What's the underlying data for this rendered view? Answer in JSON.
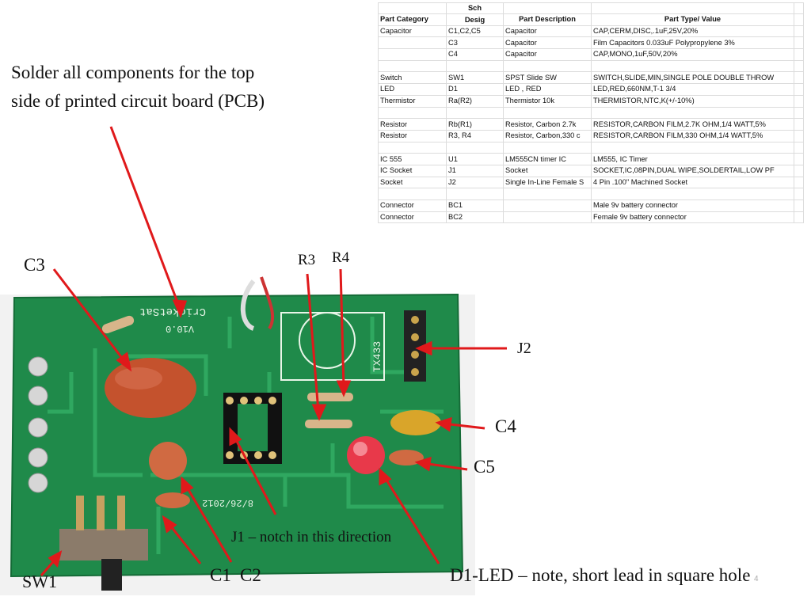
{
  "intro": {
    "line1": "Solder all components for the top",
    "line2": "side of printed circuit board (PCB)"
  },
  "table": {
    "header_top": [
      "",
      "Sch",
      "",
      ""
    ],
    "header": [
      "Part Category",
      "Desig",
      "Part Description",
      "Part Type/ Value"
    ],
    "rows": [
      [
        "Capacitor",
        "C1,C2,C5",
        "Capacitor",
        "CAP,CERM,DISC,.1uF,25V,20%"
      ],
      [
        "",
        "C3",
        "Capacitor",
        "Film Capacitors 0.033uF Polypropylene 3%"
      ],
      [
        "",
        "C4",
        "Capacitor",
        "CAP,MONO,1uF,50V,20%"
      ],
      [
        "",
        "",
        "",
        ""
      ],
      [
        "Switch",
        "SW1",
        "SPST Slide SW",
        "SWITCH,SLIDE,MIN,SINGLE POLE DOUBLE THROW"
      ],
      [
        "LED",
        "D1",
        "LED , RED",
        "LED,RED,660NM,T-1 3/4"
      ],
      [
        "Thermistor",
        "Ra(R2)",
        "Thermistor 10k",
        "THERMISTOR,NTC,K(+/-10%)"
      ],
      [
        "",
        "",
        "",
        ""
      ],
      [
        "Resistor",
        "Rb(R1)",
        "Resistor, Carbon 2.7k",
        "RESISTOR,CARBON FILM,2.7K OHM,1/4 WATT,5%"
      ],
      [
        "Resistor",
        "R3, R4",
        "Resistor, Carbon,330 c",
        "RESISTOR,CARBON FILM,330 OHM,1/4 WATT,5%"
      ],
      [
        "",
        "",
        "",
        ""
      ],
      [
        "IC 555",
        "U1",
        "LM555CN timer IC",
        "LM555, IC Timer"
      ],
      [
        "IC Socket",
        "J1",
        "Socket",
        "SOCKET,IC,08PIN,DUAL WIPE,SOLDERTAIL,LOW PF"
      ],
      [
        "Socket",
        "J2",
        "Single In-Line Female S",
        "4 Pin .100\" Machined Socket"
      ],
      [
        "",
        "",
        "",
        ""
      ],
      [
        "Connector",
        "BC1",
        "",
        "Male 9v battery connector"
      ],
      [
        "Connector",
        "BC2",
        "",
        "Female 9v battery connector"
      ]
    ]
  },
  "labels": {
    "c3": "C3",
    "r3": "R3",
    "r4": "R4",
    "j2": "J2",
    "c4": "C4",
    "c5": "C5",
    "c1": "C1",
    "c2": "C2",
    "sw1": "SW1",
    "j1": "J1 – notch in this direction",
    "d1": "D1-LED – note, short lead in square hole"
  },
  "board_silkscreen": {
    "name": "CricketSat",
    "version": "V10.0",
    "module": "TX433",
    "date": "8/26/2012"
  },
  "page_number": "4",
  "colors": {
    "pcb_green": "#1f8a4a",
    "arrow_red": "#e0191b",
    "c3_orange": "#c4522d",
    "c4_yellow": "#d9a52a",
    "led_red": "#e8394a"
  }
}
